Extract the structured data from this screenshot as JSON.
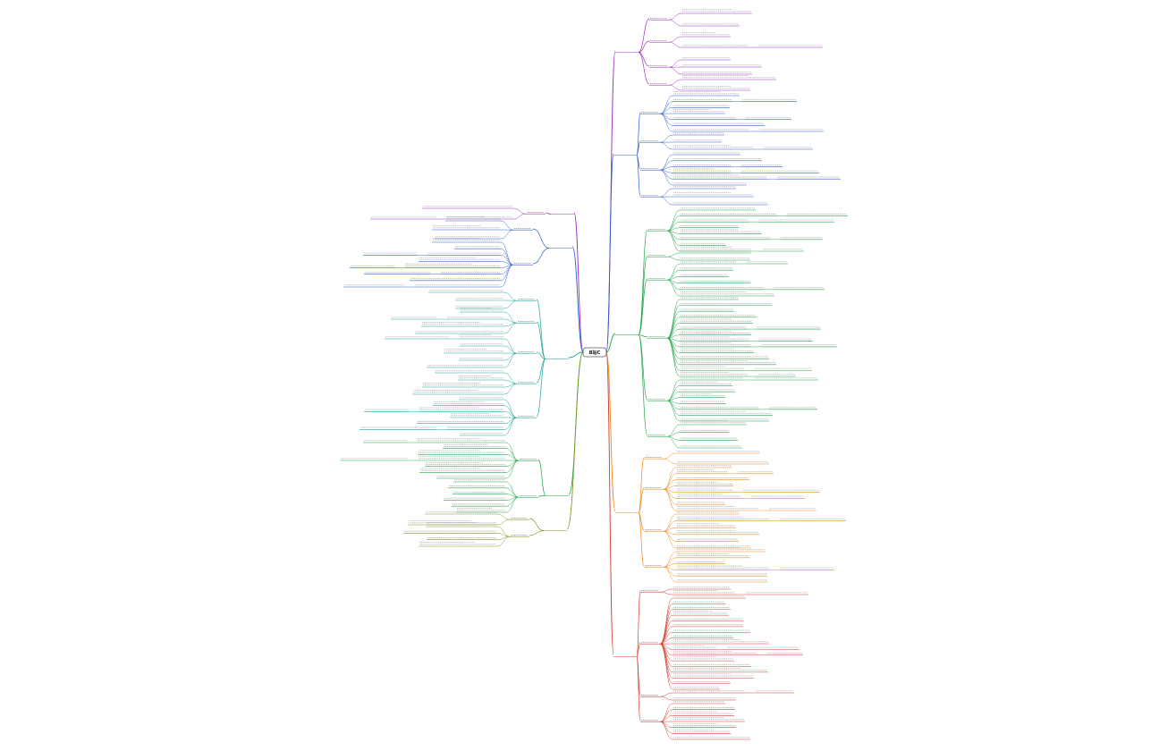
{
  "root": {
    "label": "B站C"
  },
  "colors": {
    "purple": "#9b30c0",
    "blue": "#2f5fd0",
    "green": "#21a64a",
    "orange": "#ec8a1c",
    "red": "#d43a2f",
    "teal": "#1aa39a",
    "olive": "#7c9a2a"
  },
  "branches": [
    {
      "id": "r1",
      "side": "right",
      "color": "purple",
      "label": "",
      "groups": 4
    },
    {
      "id": "r2",
      "side": "right",
      "color": "blue",
      "label": "",
      "groups": 4
    },
    {
      "id": "r3",
      "side": "right",
      "color": "green",
      "label": "",
      "groups": 6
    },
    {
      "id": "r4",
      "side": "right",
      "color": "orange",
      "label": "",
      "groups": 4
    },
    {
      "id": "r5",
      "side": "right",
      "color": "red",
      "label": "",
      "groups": 3
    },
    {
      "id": "l1",
      "side": "left",
      "color": "purple",
      "label": "",
      "groups": 1
    },
    {
      "id": "l2",
      "side": "left",
      "color": "blue",
      "label": "",
      "groups": 2
    },
    {
      "id": "l3",
      "side": "left",
      "color": "teal",
      "label": "",
      "groups": 5
    },
    {
      "id": "l4",
      "side": "left",
      "color": "green",
      "label": "",
      "groups": 2
    },
    {
      "id": "l5",
      "side": "left",
      "color": "olive",
      "label": "",
      "groups": 2
    }
  ]
}
